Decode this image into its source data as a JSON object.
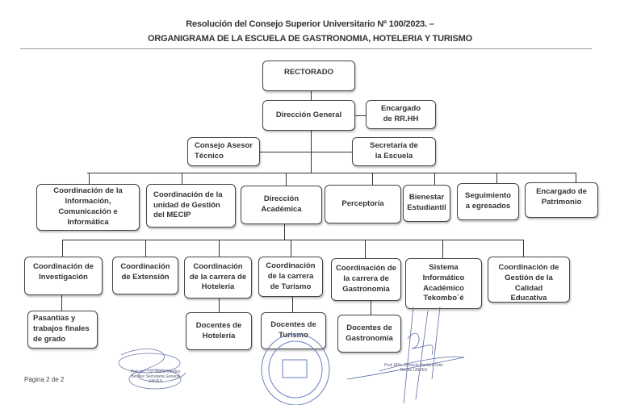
{
  "header": {
    "line1": "Resolución del Consejo Superior Universitario Nº 100/2023. –",
    "line2": "ORGANIGRAMA DE LA ESCUELA DE GASTRONOMIA, HOTELERIA Y TURISMO"
  },
  "org": {
    "rectorado": "RECTORADO",
    "direccion_general": "Dirección General",
    "rrhh": "Encargado de RR.HH",
    "consejo": "Consejo Asesor Técnico",
    "secretaria": "Secretaría de la Escuela",
    "level2": [
      "Coordinación de la Información, Comunicación e Informática",
      "Coordinación de la unidad de Gestión del MECIP",
      "Dirección Académica",
      "Perceptoría",
      "Bienestar Estudiantil",
      "Seguimiento a egresados",
      "Encargado de Patrimonio"
    ],
    "level3": [
      "Coordinación de Investigación",
      "Coordinación de Extensión",
      "Coordinación de la carrera de Hotelería",
      "Coordinación de la carrera de Turismo",
      "Coordinación de la carrera de Gastronomia",
      "Sistema Informático Académico Tekombo´é",
      "Coordinación de Gestión de la Calidad Educativa"
    ],
    "level4": [
      "Pasantías y trabajos finales de grado",
      "Docentes de Hotelería",
      "Docentes de Turismo",
      "Docentes de Gastronomía"
    ]
  },
  "footer": {
    "page": "Página 2 de 2"
  },
  "signatures": {
    "left": "Prof. Lic. Luz María Benítez Benítez Secretaria General UNVES",
    "right": "Prof. MSc. Dionicio Benítez Ortiz Rector UNVES"
  }
}
